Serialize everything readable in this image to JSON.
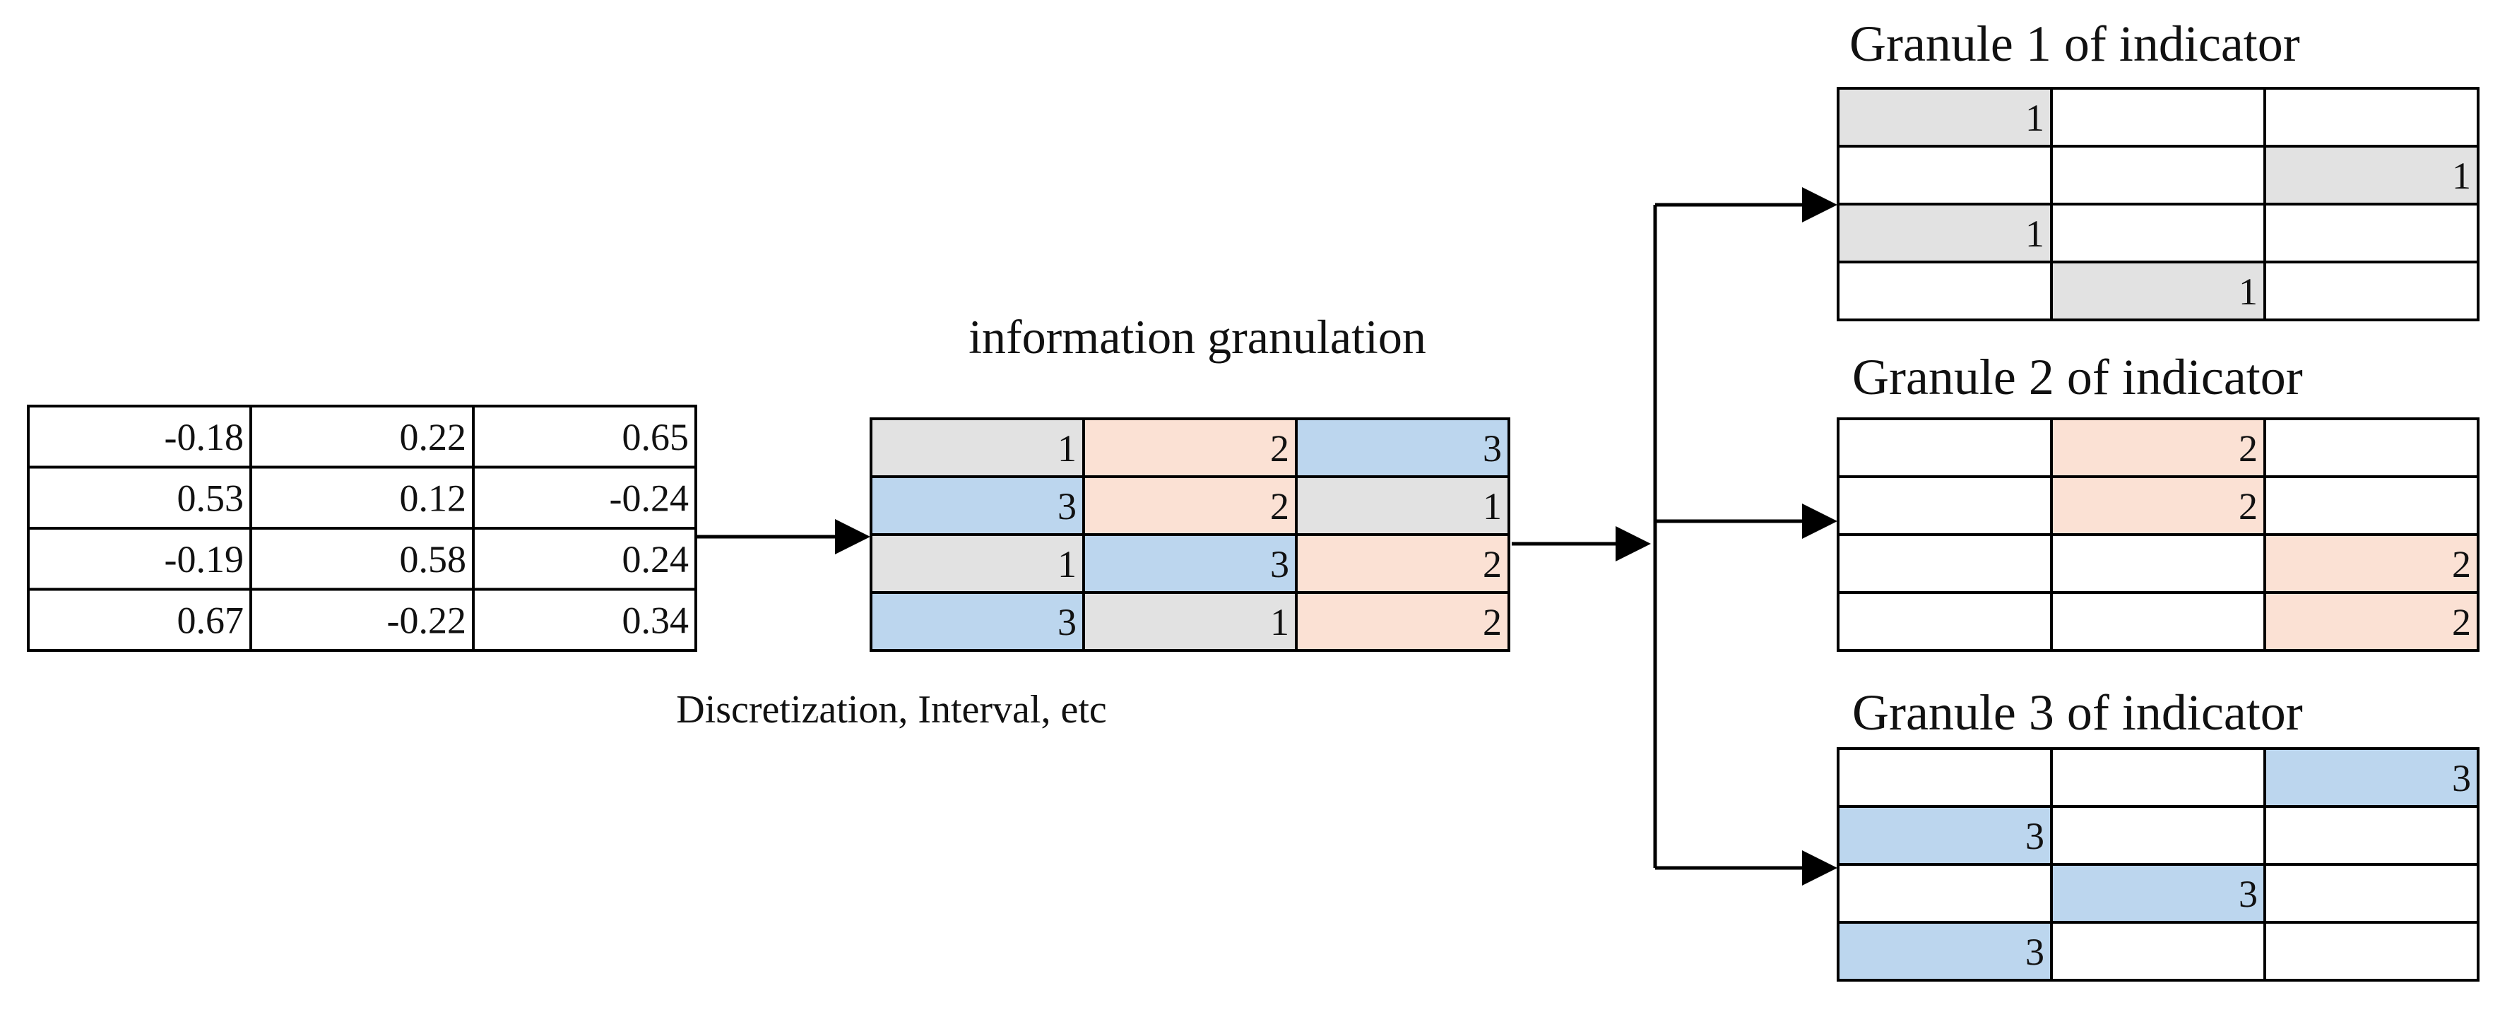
{
  "colors": {
    "gray": "#e2e2e2",
    "peach": "#fbe1d4",
    "blue": "#bcd6ee",
    "line": "#000000",
    "empty": "#ffffff"
  },
  "raw_table": {
    "rows": [
      [
        "-0.18",
        "0.22",
        "0.65"
      ],
      [
        "0.53",
        "0.12",
        "-0.24"
      ],
      [
        "-0.19",
        "0.58",
        "0.24"
      ],
      [
        "0.67",
        "-0.22",
        "0.34"
      ]
    ]
  },
  "method_label": "Discretization, Interval, etc",
  "granulation": {
    "title": "information granulation",
    "rows": [
      [
        "1",
        "2",
        "3"
      ],
      [
        "3",
        "2",
        "1"
      ],
      [
        "1",
        "3",
        "2"
      ],
      [
        "3",
        "1",
        "2"
      ]
    ],
    "color_by_value": {
      "1": "gray",
      "2": "peach",
      "3": "blue"
    }
  },
  "granules": [
    {
      "title": "Granule 1 of indicator",
      "value": "1",
      "rows": [
        [
          "1",
          "",
          ""
        ],
        [
          "",
          "",
          "1"
        ],
        [
          "1",
          "",
          ""
        ],
        [
          "",
          "1",
          ""
        ]
      ]
    },
    {
      "title": "Granule 2 of indicator",
      "value": "2",
      "rows": [
        [
          "",
          "2",
          ""
        ],
        [
          "",
          "2",
          ""
        ],
        [
          "",
          "",
          "2"
        ],
        [
          "",
          "",
          "2"
        ]
      ]
    },
    {
      "title": "Granule 3 of indicator",
      "value": "3",
      "rows": [
        [
          "",
          "",
          "3"
        ],
        [
          "3",
          "",
          ""
        ],
        [
          "",
          "3",
          ""
        ],
        [
          "3",
          "",
          ""
        ]
      ]
    }
  ]
}
